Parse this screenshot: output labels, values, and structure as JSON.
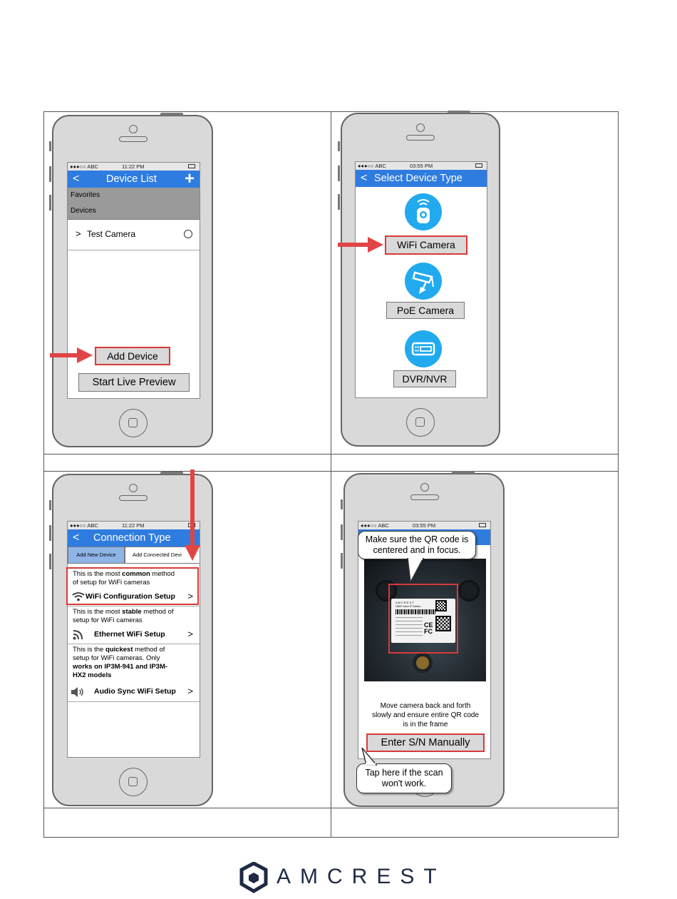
{
  "panels": {
    "device_list": {
      "status_left": "●●●○○ ABC",
      "status_time": "11:22 PM",
      "title": "Device List",
      "back": "<",
      "add": "+",
      "sections": [
        "Favorites",
        "Devices"
      ],
      "device_chevron": ">",
      "device_name": "Test Camera",
      "add_device_label": "Add Device",
      "live_preview_label": "Start Live Preview"
    },
    "select_type": {
      "status_left": "●●●○○ ABC",
      "status_time": "03:55 PM",
      "title": "Select Device Type",
      "back": "<",
      "options": [
        "WiFi Camera",
        "PoE Camera",
        "DVR/NVR"
      ]
    },
    "connection_type": {
      "status_left": "●●●○○ ABC",
      "status_time": "11:22 PM",
      "title": "Connection Type",
      "back": "<",
      "tabs": [
        "Add New Device",
        "Add Connected Devi"
      ],
      "opt1_a": "This is the most ",
      "opt1_b": "common",
      "opt1_c": " method",
      "opt1_d": "of setup for WiFi cameras",
      "opt1_label": "WiFi Configuration Setup",
      "opt2_a": "This is the most ",
      "opt2_b": "stable",
      "opt2_c": " method of",
      "opt2_d": "setup for WiFi cameras",
      "opt2_label": "Ethernet WiFi Setup",
      "opt3_a": "This is the ",
      "opt3_b": "quickest",
      "opt3_c": " method of",
      "opt3_d": "setup for WiFi cameras. Only",
      "opt3_e": "works on IP3M-941 and IP3M-",
      "opt3_f": "HX2 models",
      "opt3_label": "Audio Sync WiFi Setup",
      "chevron": ">"
    },
    "qr_scan": {
      "status_left": "●●●○○ ABC",
      "status_time": "03:55 PM",
      "bubble_top": "Make sure the QR code is centered and in focus.",
      "label_brand": "AMCREST",
      "label_line1": "1080P Indoor IP Camera",
      "instructions": "Move camera back and forth slowly and ensure entire QR code is in the frame",
      "manual_label": "Enter S/N Manually",
      "bubble_bottom": "Tap here if the scan won't work."
    }
  },
  "footer": {
    "brand": "AMCREST"
  },
  "colors": {
    "header_blue": "#2f7ce0",
    "icon_blue": "#22aaee",
    "highlight_red": "#d83a3a"
  }
}
